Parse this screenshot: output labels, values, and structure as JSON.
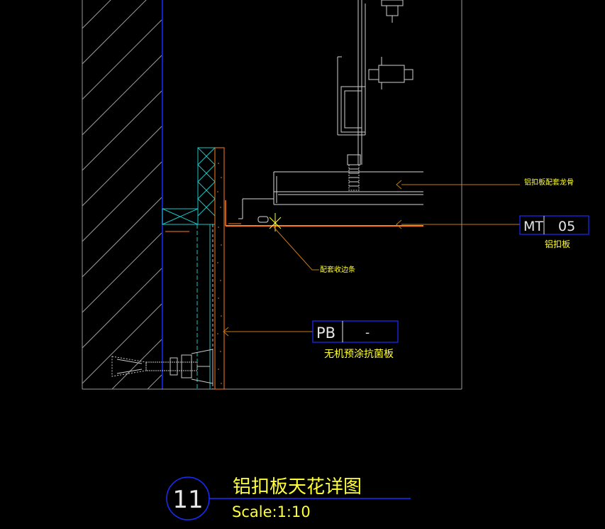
{
  "colors": {
    "background": "#000000",
    "blue": "#1a2cff",
    "white": "#e6e6e6",
    "yellow": "#ffff33",
    "orange": "#ff7a1a",
    "leader": "#c87814",
    "cyan": "#19c6c6",
    "gray": "#a0a0a0"
  },
  "callouts": {
    "keel": {
      "label": "铝扣板配套龙骨"
    },
    "trim": {
      "label": "配套收边条"
    },
    "mt": {
      "code": "MT",
      "num": "05",
      "label": "铝扣板"
    },
    "pb": {
      "code": "PB",
      "num": "-",
      "label": "无机预涂抗菌板"
    }
  },
  "title_block": {
    "number": "11",
    "title": "铝扣板天花详图",
    "scale": "Scale:1:10"
  }
}
